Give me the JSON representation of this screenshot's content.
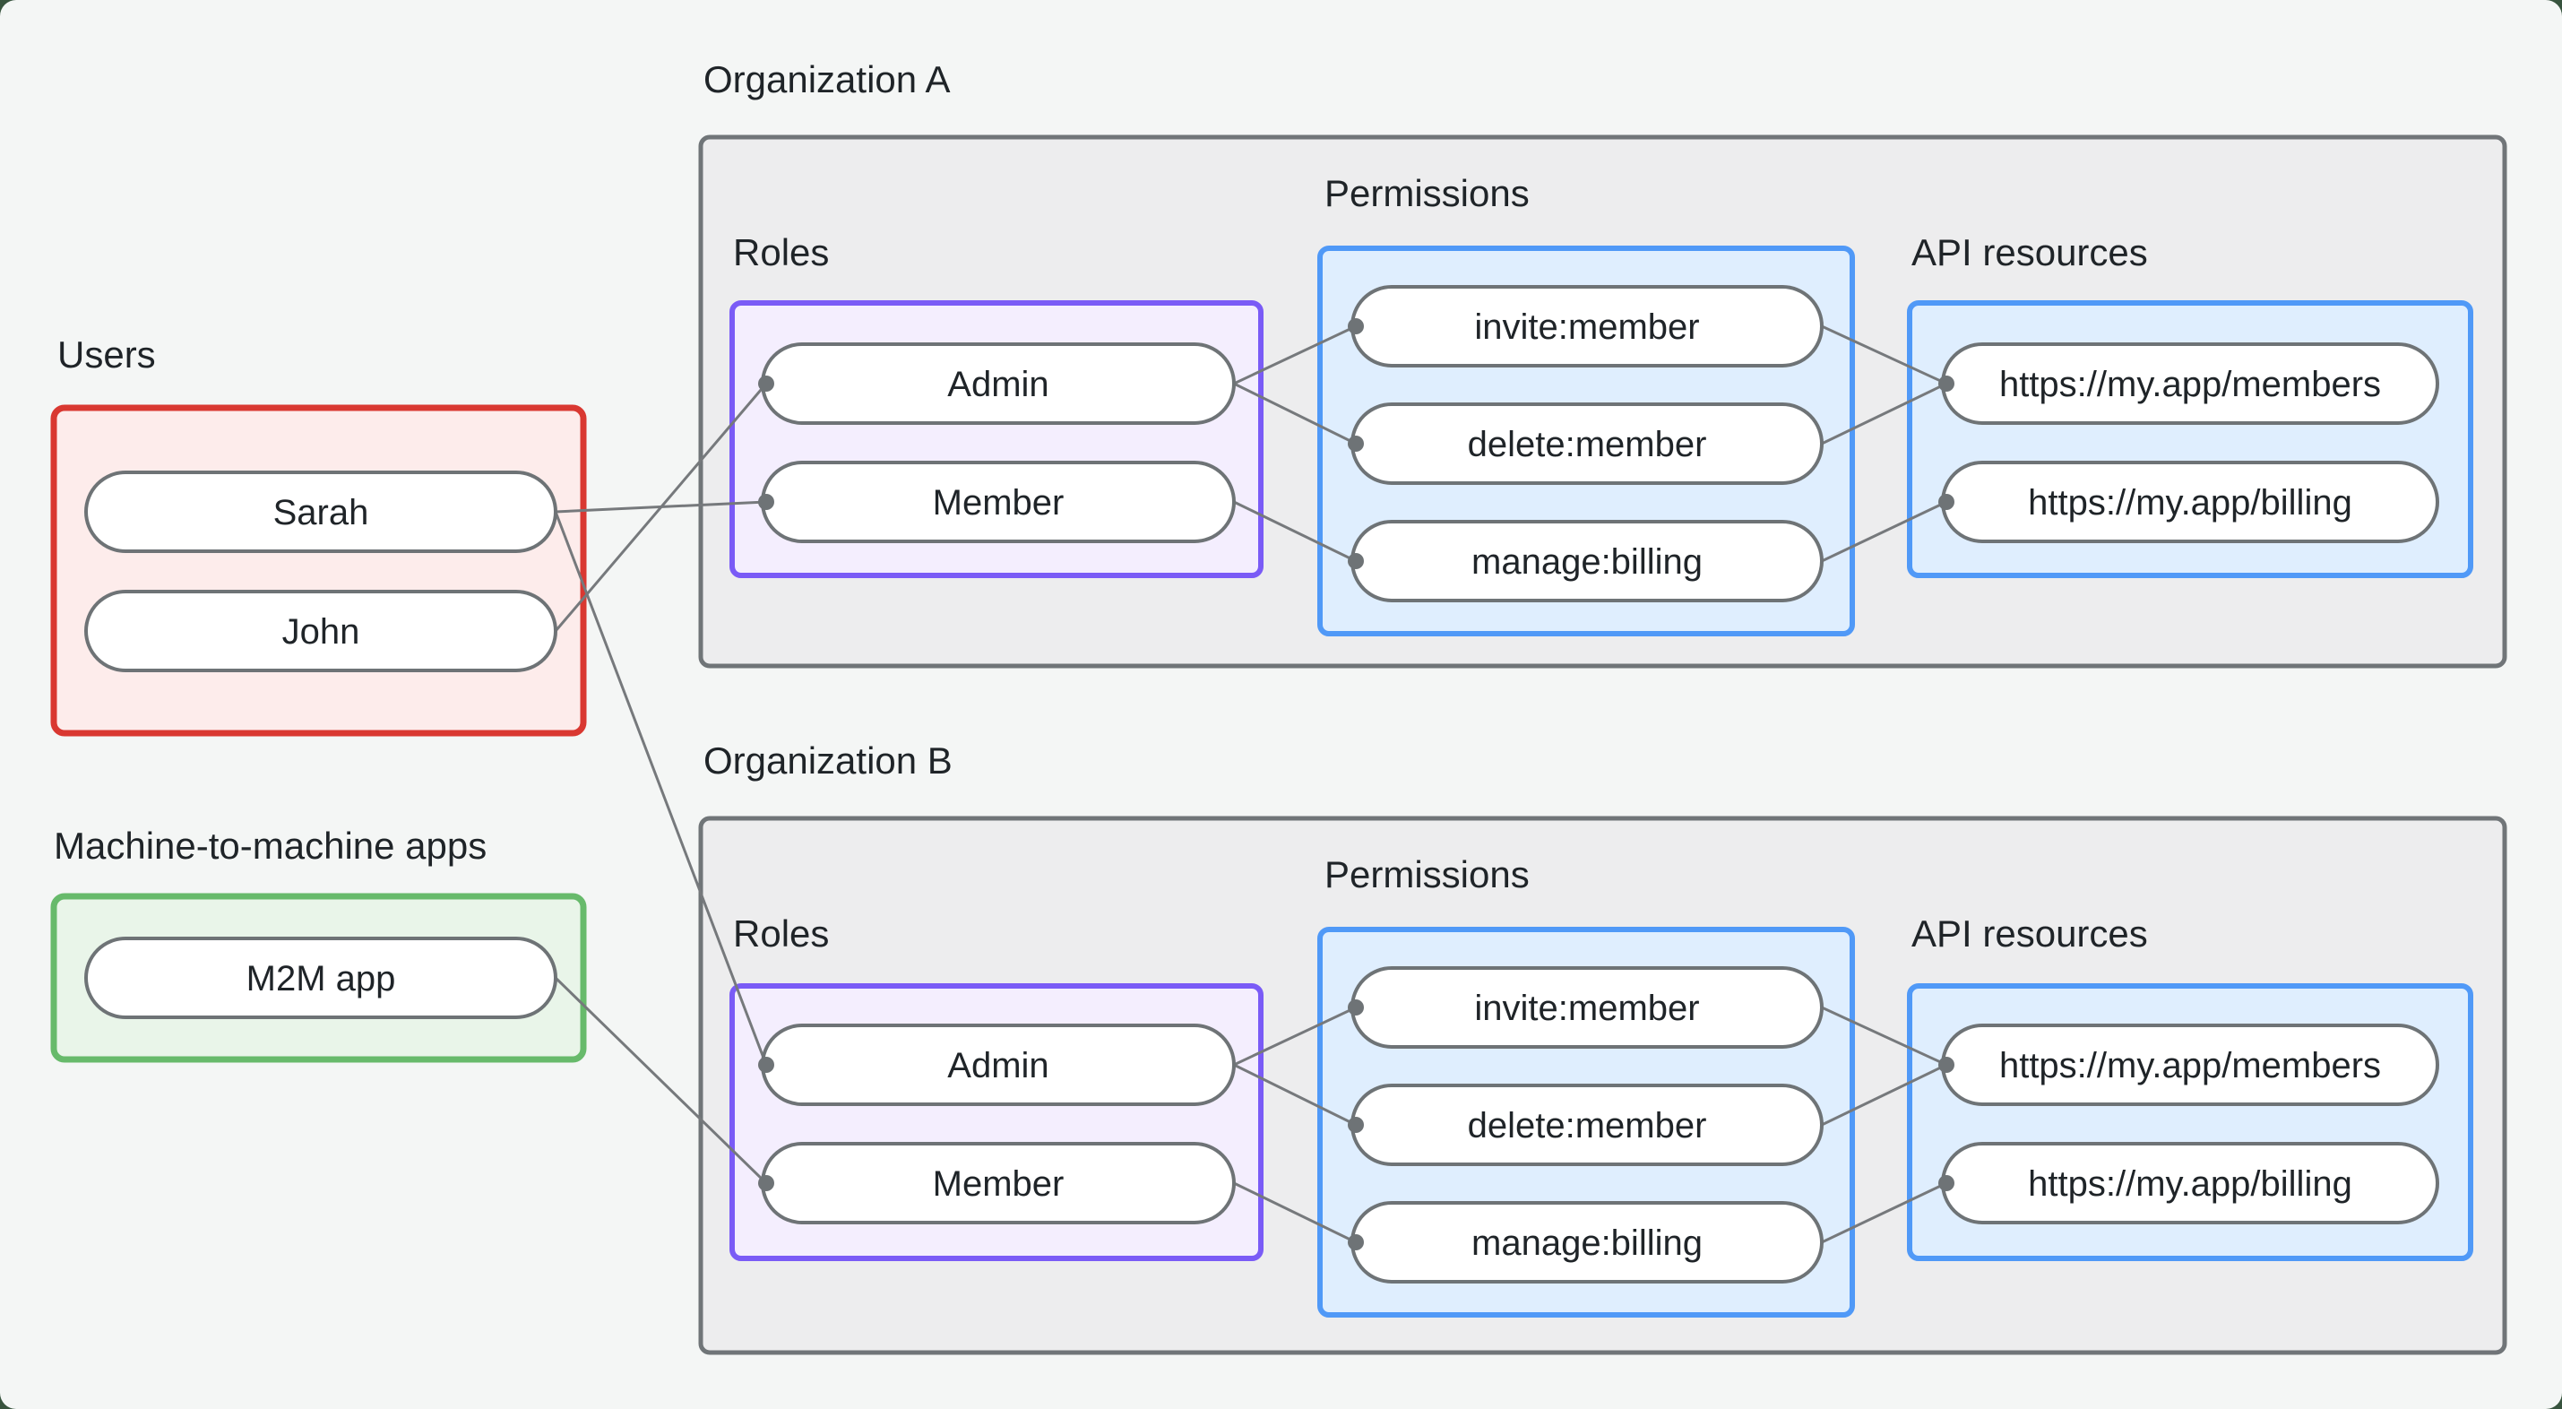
{
  "users_group": {
    "label": "Users",
    "items": [
      "Sarah",
      "John"
    ]
  },
  "m2m_group": {
    "label": "Machine-to-machine apps",
    "items": [
      "M2M app"
    ]
  },
  "org_a": {
    "title": "Organization A",
    "roles_label": "Roles",
    "permissions_label": "Permissions",
    "api_label": "API resources",
    "roles": [
      "Admin",
      "Member"
    ],
    "permissions": [
      "invite:member",
      "delete:member",
      "manage:billing"
    ],
    "api_resources": [
      "https://my.app/members",
      "https://my.app/billing"
    ]
  },
  "org_b": {
    "title": "Organization B",
    "roles_label": "Roles",
    "permissions_label": "Permissions",
    "api_label": "API resources",
    "roles": [
      "Admin",
      "Member"
    ],
    "permissions": [
      "invite:member",
      "delete:member",
      "manage:billing"
    ],
    "api_resources": [
      "https://my.app/members",
      "https://my.app/billing"
    ]
  },
  "connections": [
    {
      "from": "Sarah",
      "to": "Organization A / Member"
    },
    {
      "from": "John",
      "to": "Organization A / Admin"
    },
    {
      "from": "Sarah",
      "to": "Organization B / Admin"
    },
    {
      "from": "M2M app",
      "to": "Organization B / Member"
    },
    {
      "from": "Organization A / Admin",
      "to": "Organization A / invite:member"
    },
    {
      "from": "Organization A / Admin",
      "to": "Organization A / delete:member"
    },
    {
      "from": "Organization A / Member",
      "to": "Organization A / manage:billing"
    },
    {
      "from": "Organization A / invite:member",
      "to": "Organization A / https://my.app/members"
    },
    {
      "from": "Organization A / delete:member",
      "to": "Organization A / https://my.app/members"
    },
    {
      "from": "Organization A / manage:billing",
      "to": "Organization A / https://my.app/billing"
    },
    {
      "from": "Organization B / Admin",
      "to": "Organization B / invite:member"
    },
    {
      "from": "Organization B / Admin",
      "to": "Organization B / delete:member"
    },
    {
      "from": "Organization B / Member",
      "to": "Organization B / manage:billing"
    },
    {
      "from": "Organization B / invite:member",
      "to": "Organization B / https://my.app/members"
    },
    {
      "from": "Organization B / delete:member",
      "to": "Organization B / https://my.app/members"
    },
    {
      "from": "Organization B / manage:billing",
      "to": "Organization B / https://my.app/billing"
    }
  ],
  "colors": {
    "page_background": "#f4f6f5",
    "corner_background": "#38543e",
    "users_border": "#d93831",
    "users_fill": "#fdeceb",
    "m2m_border": "#67ba6b",
    "m2m_fill": "#e9f5e9",
    "org_fill": "#ededee",
    "org_border": "#707578",
    "roles_border": "#7a5bf6",
    "roles_fill": "#f4eefe",
    "blue_border": "#5099f7",
    "blue_fill": "#dfeefe",
    "edge_color": "#76797c",
    "text_color": "#1f2428"
  }
}
